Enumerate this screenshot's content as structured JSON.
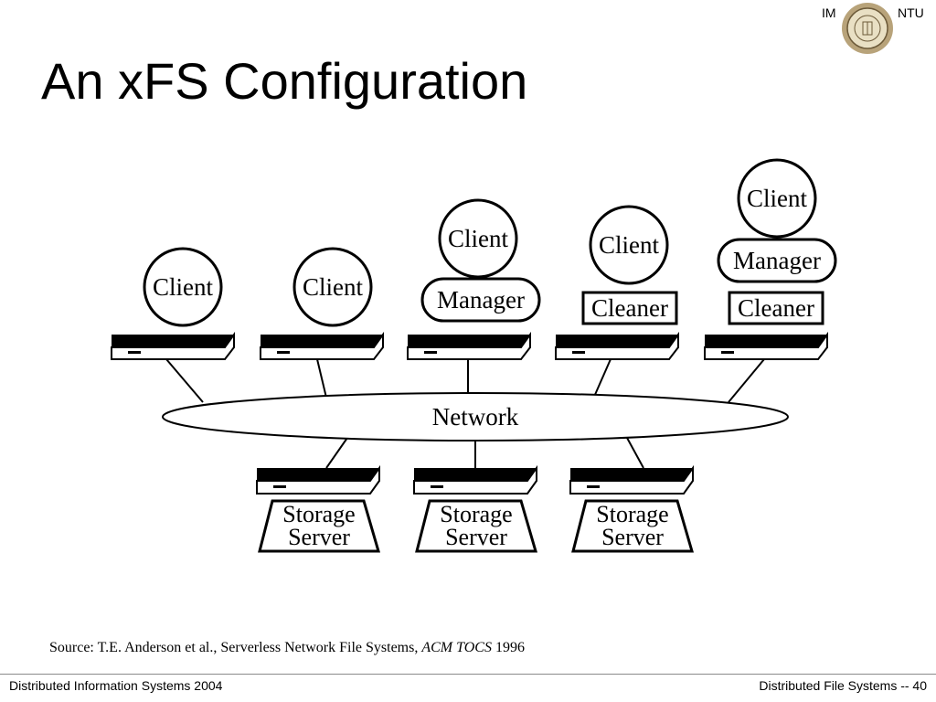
{
  "header": {
    "left_tag": "IM",
    "right_tag": "NTU",
    "logo_icon": "university-seal-icon",
    "colors": {
      "seal_outer": "#b8a37a",
      "seal_inner": "#e9e0c4",
      "seal_ring": "#6d5b3a"
    }
  },
  "slide": {
    "title": "An xFS Configuration"
  },
  "diagram": {
    "network_label": "Network",
    "machines": [
      {
        "roles": [
          "Client"
        ]
      },
      {
        "roles": [
          "Client"
        ]
      },
      {
        "roles": [
          "Client",
          "Manager"
        ]
      },
      {
        "roles": [
          "Client",
          "Cleaner"
        ]
      },
      {
        "roles": [
          "Client",
          "Manager",
          "Cleaner"
        ]
      }
    ],
    "storage_servers": [
      {
        "line1": "Storage",
        "line2": "Server"
      },
      {
        "line1": "Storage",
        "line2": "Server"
      },
      {
        "line1": "Storage",
        "line2": "Server"
      }
    ]
  },
  "source": {
    "prefix": "Source: T.E. Anderson et al., Serverless Network File Systems, ",
    "venue": "ACM TOCS",
    "year": " 1996"
  },
  "footer": {
    "left": "Distributed Information Systems 2004",
    "right": "Distributed File Systems -- 40"
  }
}
